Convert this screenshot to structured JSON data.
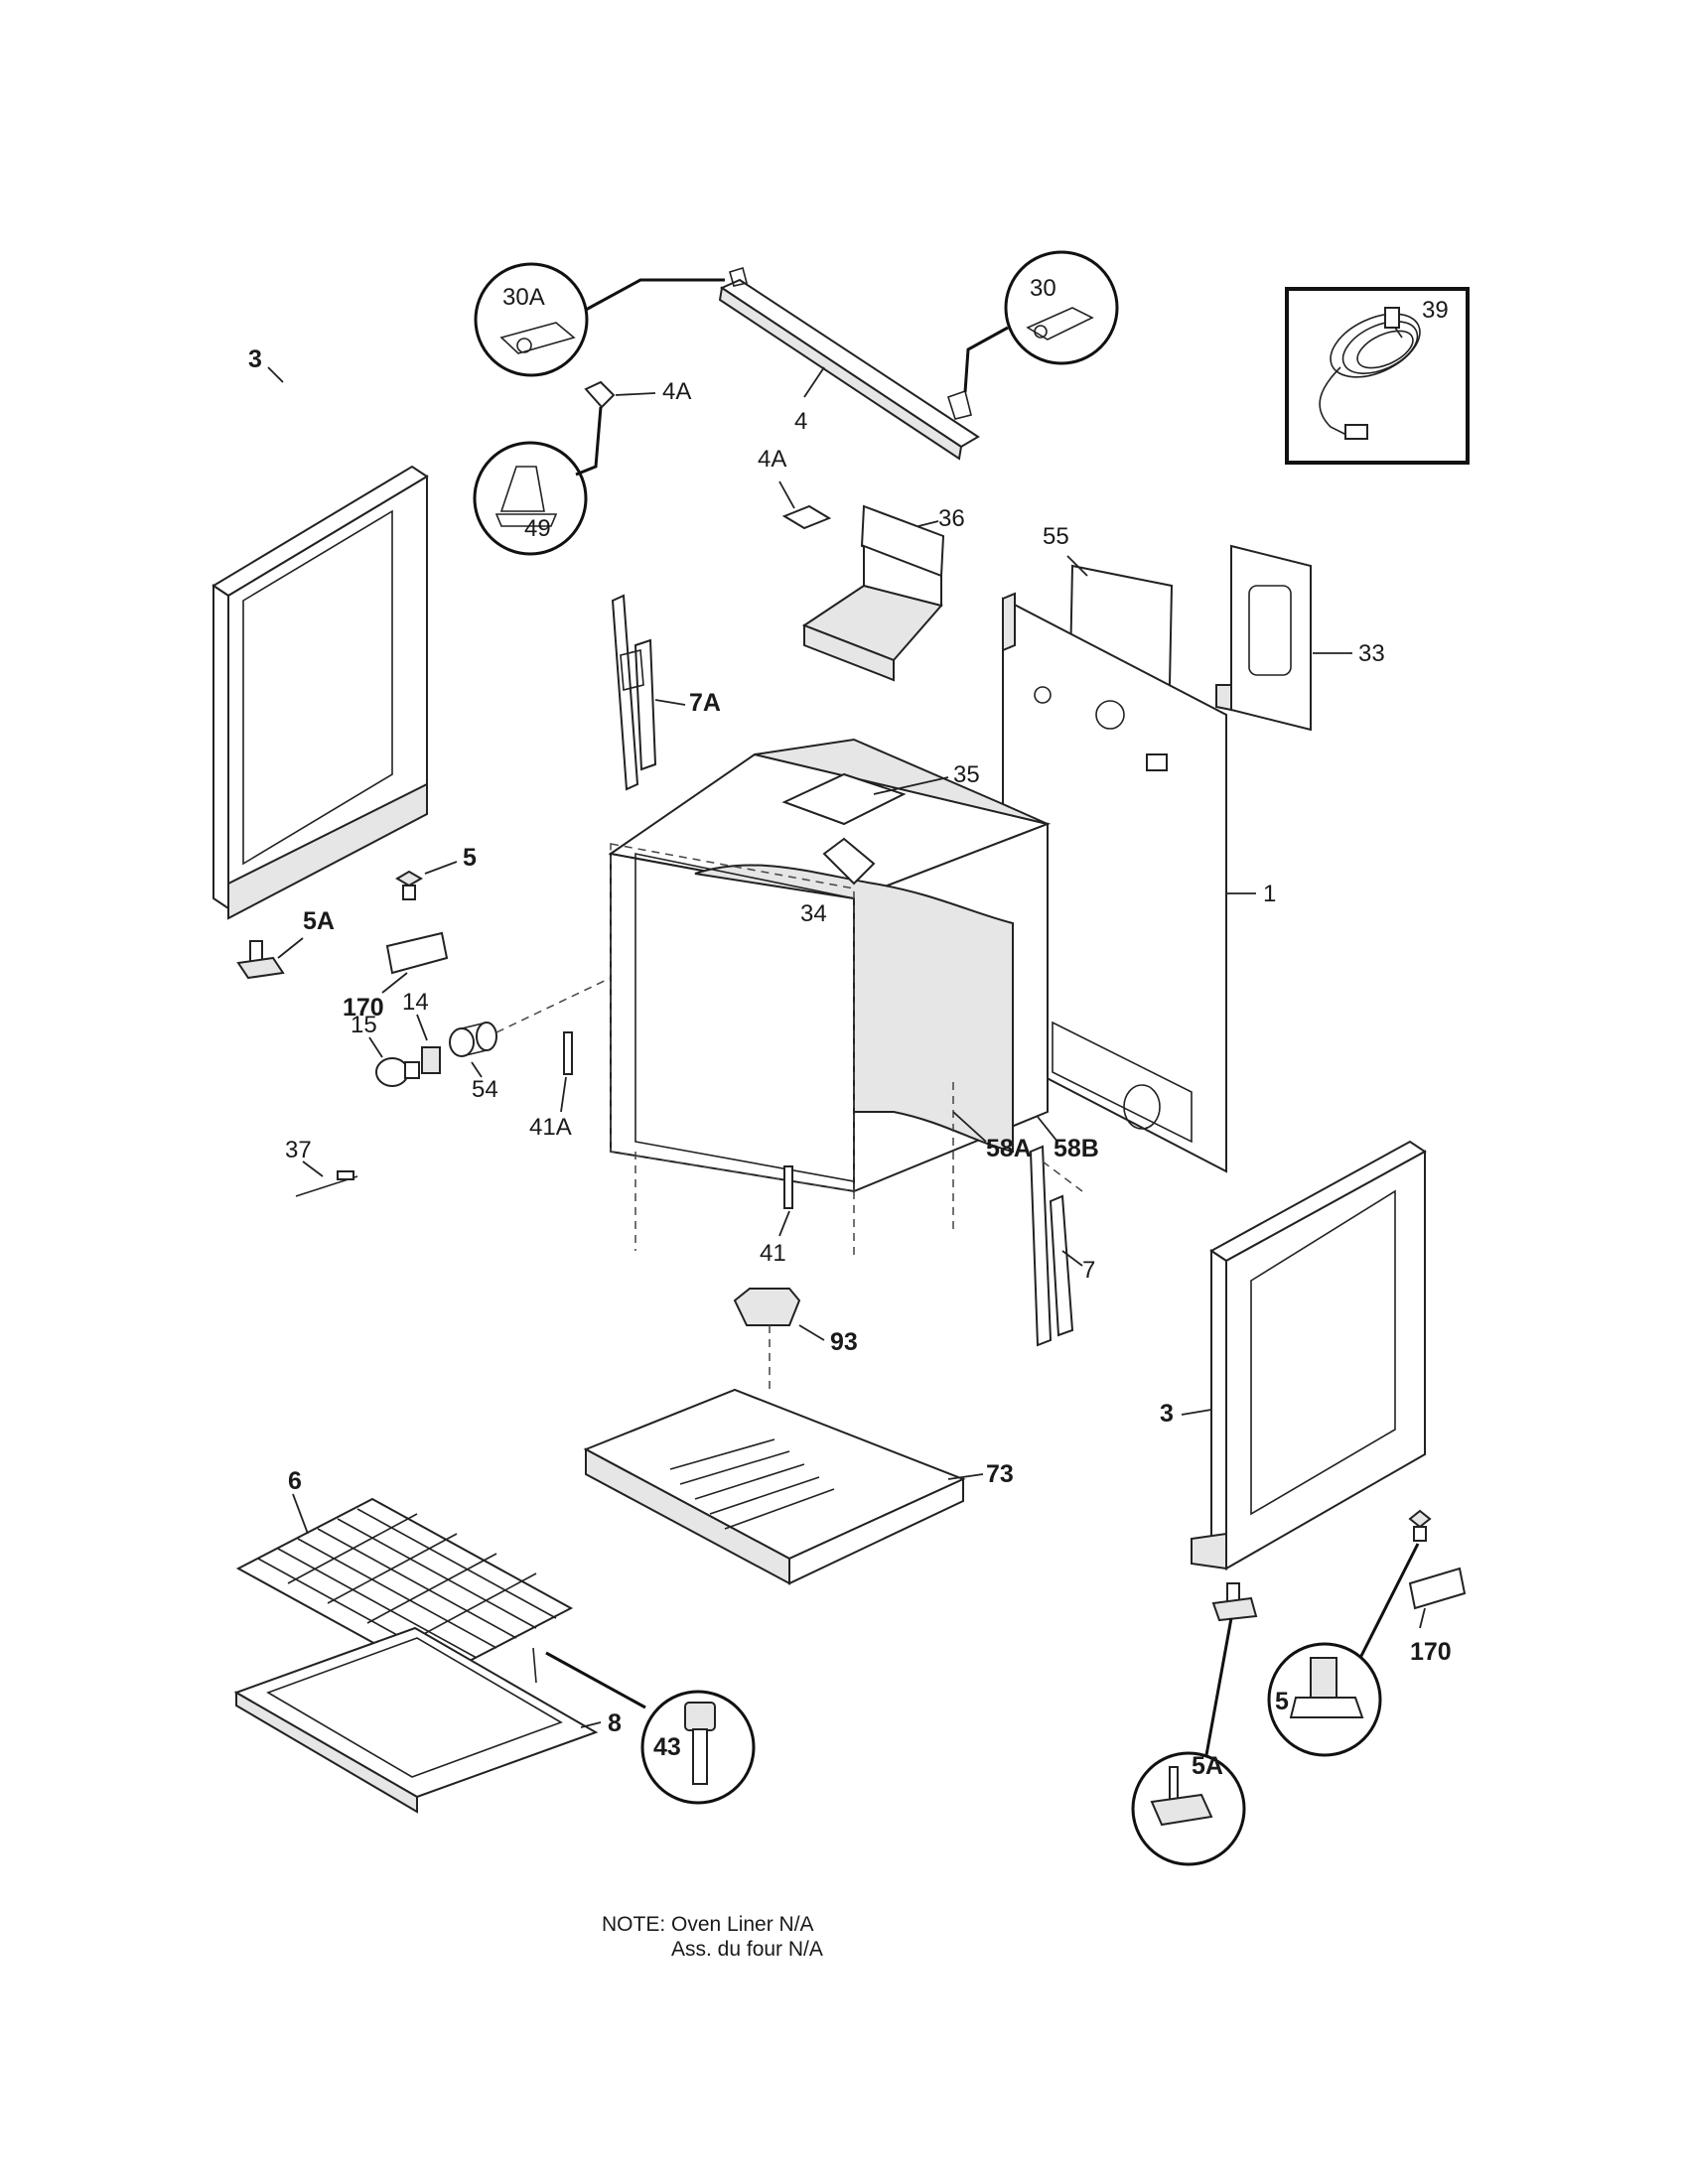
{
  "note": {
    "line1": "NOTE: Oven Liner N/A",
    "line2": "Ass. du four N/A"
  },
  "labels": {
    "p30A": "30A",
    "p30": "30",
    "p39": "39",
    "p4A_top": "4A",
    "p4": "4",
    "p49": "49",
    "p4A_mid": "4A",
    "p36": "36",
    "p55": "55",
    "p33": "33",
    "p3_left": "3",
    "p7A": "7A",
    "p35": "35",
    "p5_left": "5",
    "p34": "34",
    "p1": "1",
    "p5A_left": "5A",
    "p170_left": "170",
    "p14": "14",
    "p15": "15",
    "p54": "54",
    "p41A": "41A",
    "p58A": "58A",
    "p58B": "58B",
    "p37": "37",
    "p41": "41",
    "p7": "7",
    "p93": "93",
    "p3_right": "3",
    "p73": "73",
    "p6": "6",
    "p8": "8",
    "p43": "43",
    "p5_right": "5",
    "p170_right": "170",
    "p5A_right": "5A"
  }
}
